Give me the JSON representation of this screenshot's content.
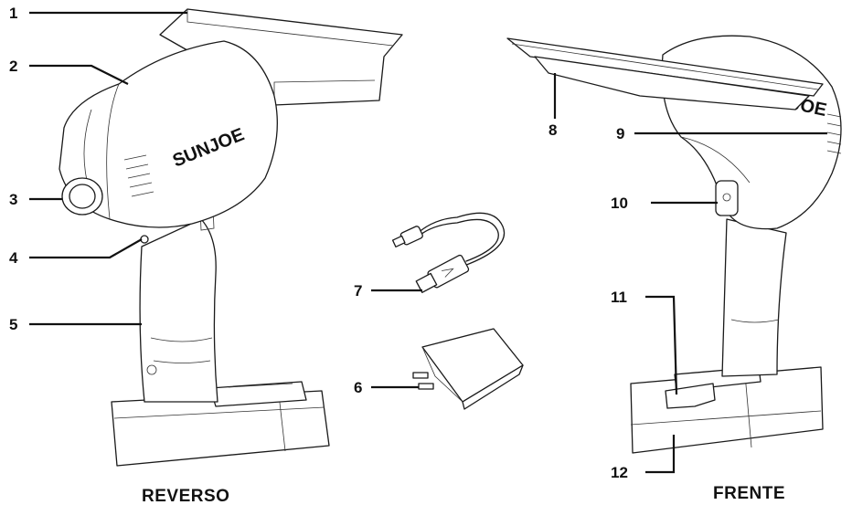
{
  "brand_text": "SUNJOE",
  "views": {
    "reverse": {
      "caption": "REVERSO"
    },
    "front": {
      "caption": "FRENTE"
    }
  },
  "callouts": [
    "1",
    "2",
    "3",
    "4",
    "5",
    "6",
    "7",
    "8",
    "9",
    "10",
    "11",
    "12"
  ]
}
